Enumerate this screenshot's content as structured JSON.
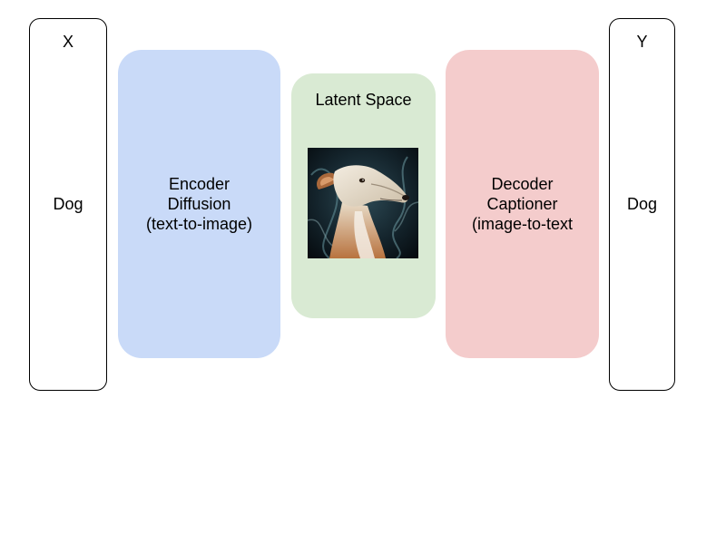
{
  "colors": {
    "encoder_fill": "#c9daf8",
    "latent_fill": "#d9ead3",
    "decoder_fill": "#f4cccc",
    "io_border": "#000000"
  },
  "input_box": {
    "title": "X",
    "value": "Dog"
  },
  "encoder": {
    "lines": [
      "Encoder",
      "Diffusion",
      "(text-to-image)"
    ]
  },
  "latent": {
    "title": "Latent Space",
    "image_icon": "dog-portrait-image"
  },
  "decoder": {
    "lines": [
      "Decoder",
      "Captioner",
      "(image-to-text"
    ]
  },
  "output_box": {
    "title": "Y",
    "value": "Dog"
  }
}
